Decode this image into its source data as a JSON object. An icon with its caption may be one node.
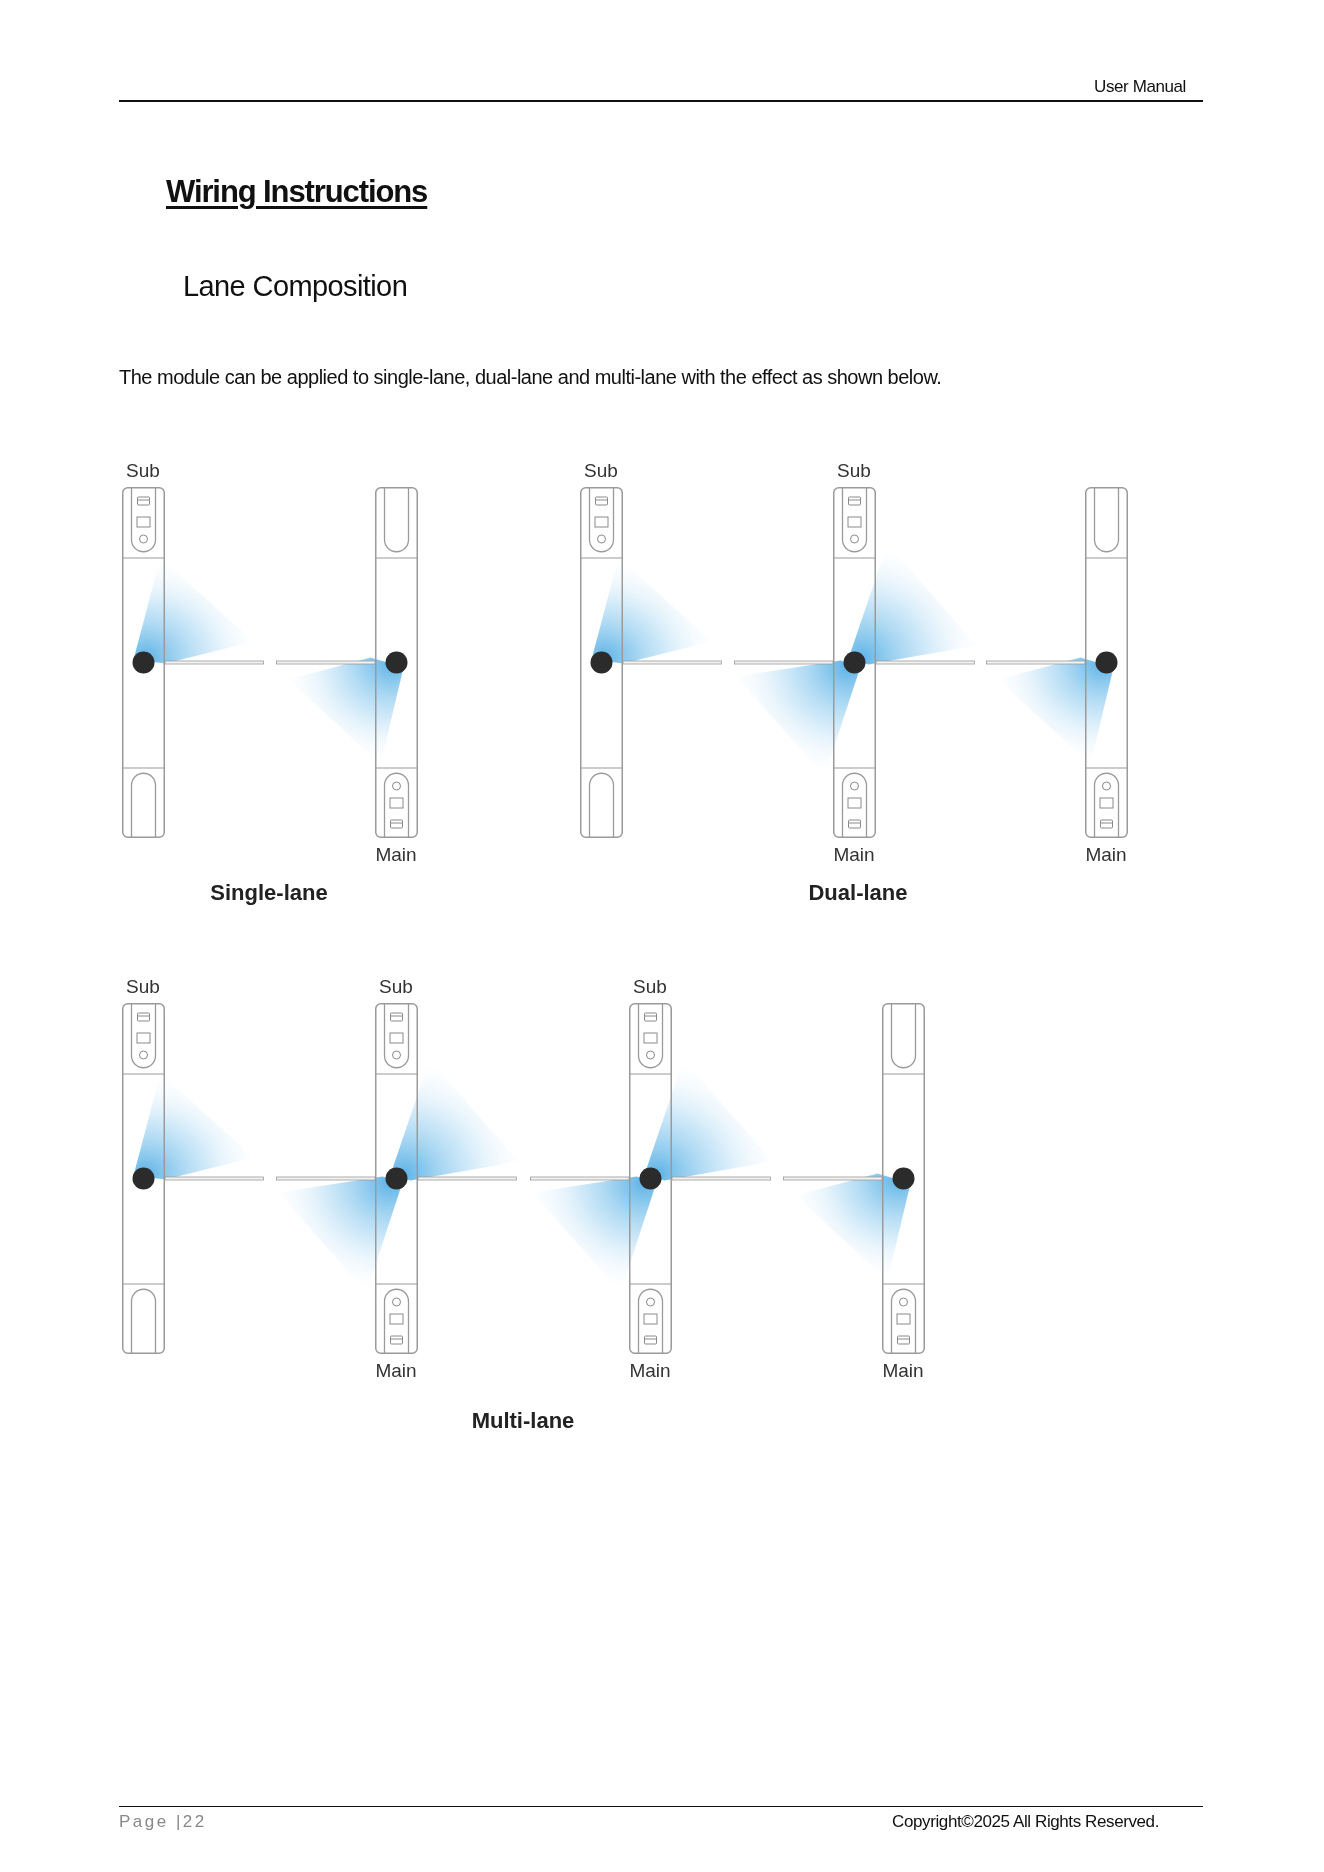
{
  "diagram": {
    "title": "Wiring Instructions",
    "nodes": [
      {
        "text": [
          "Sub"
        ]
      },
      {
        "text": [
          "Main"
        ]
      },
      {
        "text": [
          "Sub"
        ]
      },
      {
        "text": [
          "Sub",
          "Main"
        ]
      },
      {
        "text": [
          "Main"
        ]
      },
      {
        "text": [
          "Sub"
        ]
      },
      {
        "text": [
          "Sub",
          "Main"
        ]
      },
      {
        "text": [
          "Sub",
          "Main"
        ]
      },
      {
        "text": [
          "Main"
        ]
      }
    ],
    "labels": [
      "User Manual",
      "Lane Composition",
      "The module can be applied to single-lane, dual-lane and multi-lane with the effect as shown below.",
      "Single-lane",
      "Dual-lane",
      "Multi-lane",
      "Page |22",
      "Copyright©2025 All Rights Reserved."
    ]
  }
}
